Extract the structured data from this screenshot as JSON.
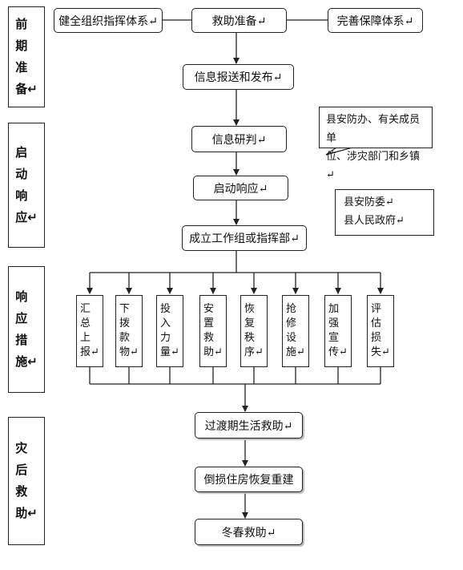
{
  "phases": [
    {
      "label": "前期准备",
      "mark": "↵"
    },
    {
      "label": "启动响应",
      "mark": "↵"
    },
    {
      "label": "响应措施",
      "mark": "↵"
    },
    {
      "label": "灾后救助",
      "mark": "↵"
    }
  ],
  "nodes": {
    "prep_left": "健全组织指挥体系↵",
    "prep_center": "救助准备↵",
    "prep_right": "完善保障体系↵",
    "info_report": "信息报送和发布↵",
    "info_analysis": "信息研判↵",
    "start_response": "启动响应↵",
    "form_group": "成立工作组或指挥部↵",
    "transition_relief": "过渡期生活救助↵",
    "house_rebuild": "倒损住房恢复重建",
    "winter_relief": "冬春救助↵"
  },
  "notes": {
    "analysis_parties": [
      "县安防办、有关成员单",
      "位、涉灾部门和乡镇↵"
    ],
    "response_authority": [
      "县安防委↵",
      "县人民政府↵"
    ]
  },
  "measures": [
    {
      "label": "汇总上报↵"
    },
    {
      "label": "下拨款物↵"
    },
    {
      "label": "投入力量↵"
    },
    {
      "label": "安置救助↵"
    },
    {
      "label": "恢复秩序↵"
    },
    {
      "label": "抢修设施↵"
    },
    {
      "label": "加强宣传↵"
    },
    {
      "label": "评估损失↵"
    }
  ]
}
